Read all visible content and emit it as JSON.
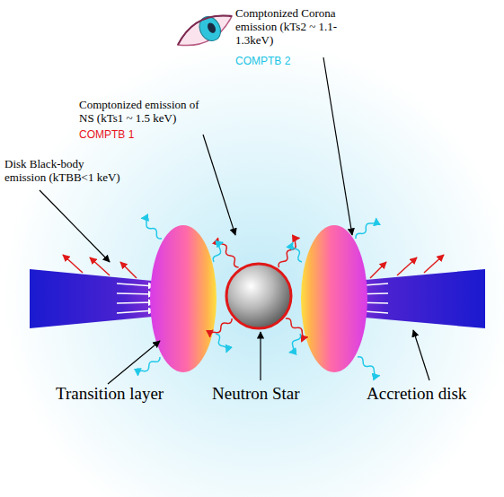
{
  "diagram": {
    "labels": [
      "Comptonized Corona emission (kTs2 ~ 1.1- 1.3keV)",
      "COMPTB 2",
      "Comptonized emission of NS (kTs1 ~ 1.5 keV)",
      "COMPTB 1",
      "Disk Black-body emission (kTBB<1 keV)",
      "Transition layer",
      "Neutron Star",
      "Accretion disk"
    ]
  }
}
